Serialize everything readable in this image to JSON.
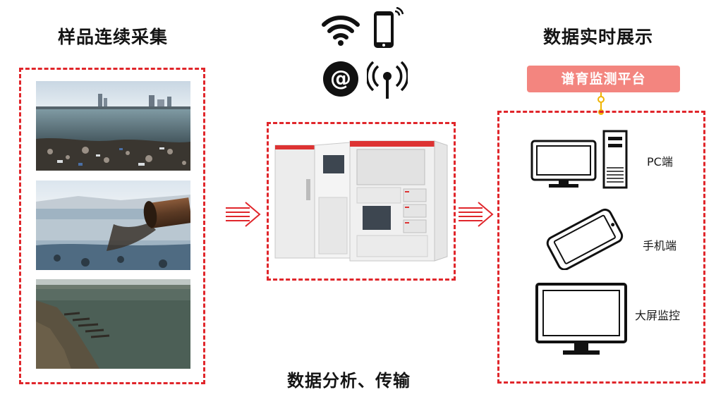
{
  "left": {
    "title": "样品连续采集"
  },
  "center": {
    "caption": "数据分析、传输"
  },
  "right": {
    "title": "数据实时展示",
    "platform": "谱育监测平台",
    "devices": [
      {
        "label": "PC端",
        "icon": "pc-computer-icon"
      },
      {
        "label": "手机端",
        "icon": "tablet-icon"
      },
      {
        "label": "大屏监控",
        "icon": "large-monitor-icon"
      }
    ]
  },
  "connectivity_icons": [
    "wifi-icon",
    "mobile-phone-icon",
    "email-at-icon",
    "antenna-signal-icon"
  ],
  "colors": {
    "accent_red": "#e0262b",
    "badge_pink": "#f3857f",
    "text_dark": "#151515"
  }
}
